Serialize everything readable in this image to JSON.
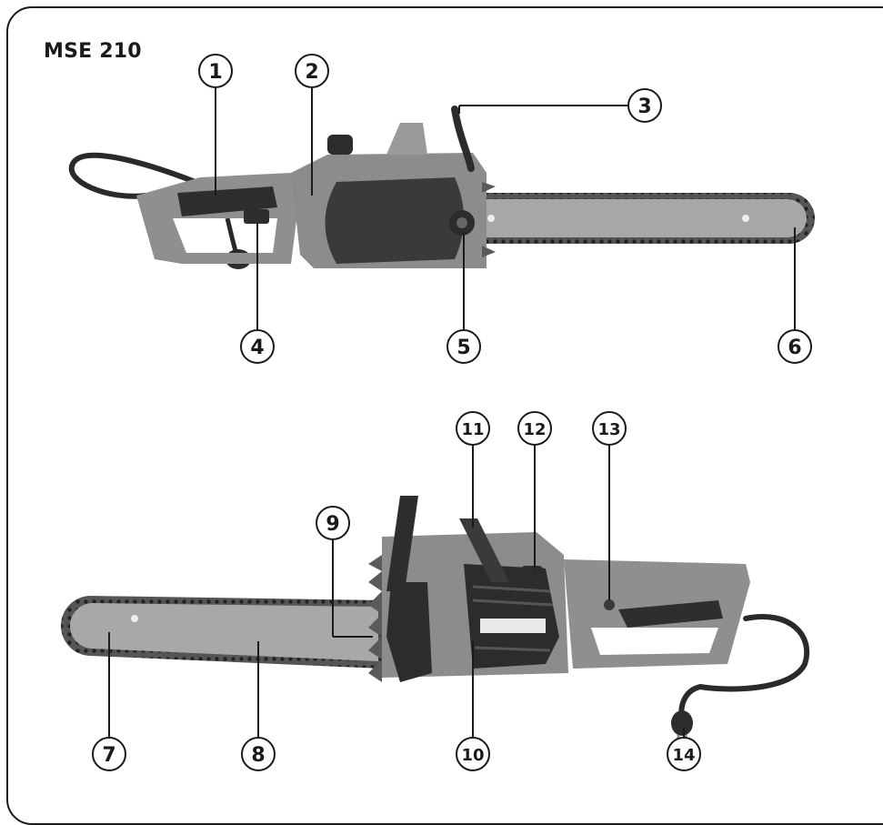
{
  "title": "MSE 210",
  "callouts": [
    {
      "id": 1,
      "label": "1"
    },
    {
      "id": 2,
      "label": "2"
    },
    {
      "id": 3,
      "label": "3"
    },
    {
      "id": 4,
      "label": "4"
    },
    {
      "id": 5,
      "label": "5"
    },
    {
      "id": 6,
      "label": "6"
    },
    {
      "id": 7,
      "label": "7"
    },
    {
      "id": 8,
      "label": "8"
    },
    {
      "id": 9,
      "label": "9"
    },
    {
      "id": 10,
      "label": "10"
    },
    {
      "id": 11,
      "label": "11"
    },
    {
      "id": 12,
      "label": "12"
    },
    {
      "id": 13,
      "label": "13"
    },
    {
      "id": 14,
      "label": "14"
    }
  ],
  "colors": {
    "body_gray": "#8c8c8c",
    "dark_gray": "#3a3a3a",
    "bar_gray": "#9a9a9a",
    "line": "#1a1a1a"
  }
}
